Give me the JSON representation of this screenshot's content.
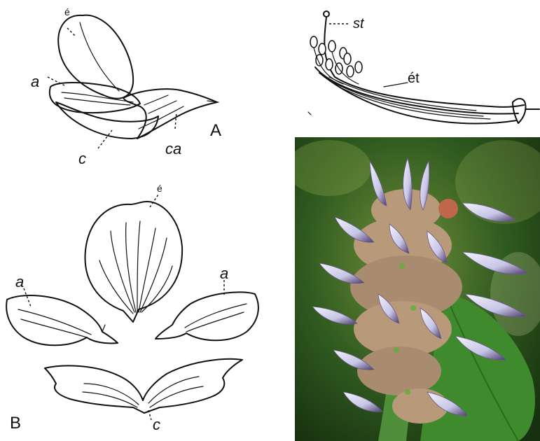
{
  "figure_a": {
    "panel_letter": "A",
    "labels": {
      "standard": "é",
      "wing": "a",
      "keel": "c",
      "calyx": "ca"
    }
  },
  "stamen_tube": {
    "labels": {
      "stigma": "st",
      "stamens": "ét"
    }
  },
  "figure_b": {
    "panel_letter": "B",
    "labels": {
      "standard": "é",
      "wing_left": "a",
      "wing_right": "a",
      "keel": "c"
    }
  },
  "photo": {
    "colors": {
      "background": "#2f5a1f",
      "leaf": "#3f8a2c",
      "petal": "#c7c5e6",
      "petal_dark": "#4a3a6a",
      "calyx": "#b89a7a",
      "stem": "#4f8f3a"
    }
  }
}
